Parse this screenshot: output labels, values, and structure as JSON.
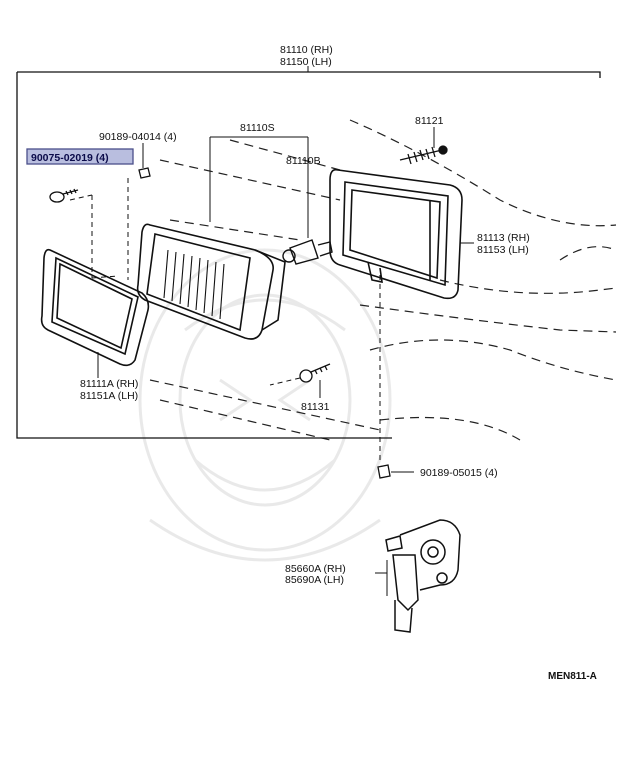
{
  "labels": {
    "assy_rh": "81110 (RH)",
    "assy_lh": "81150 (LH)",
    "p90189_04014": "90189-04014 (4)",
    "p90075_02019": "90075-02019 (4)",
    "p81110s": "81110S",
    "p81110b": "81110B",
    "p81121": "81121",
    "p81113_rh": "81113 (RH)",
    "p81153_lh": "81153 (LH)",
    "p81111a_rh": "81111A (RH)",
    "p81151a_lh": "81151A (LH)",
    "p81131": "81131",
    "p90189_05015": "90189-05015 (4)",
    "p85660a_rh": "85660A (RH)",
    "p85690a_lh": "85690A (LH)",
    "diagram_code": "MEN811-A"
  },
  "highlight": {
    "part": "90075-02019 (4)",
    "fill": "#b9bedf",
    "border": "#4a4f8a"
  }
}
